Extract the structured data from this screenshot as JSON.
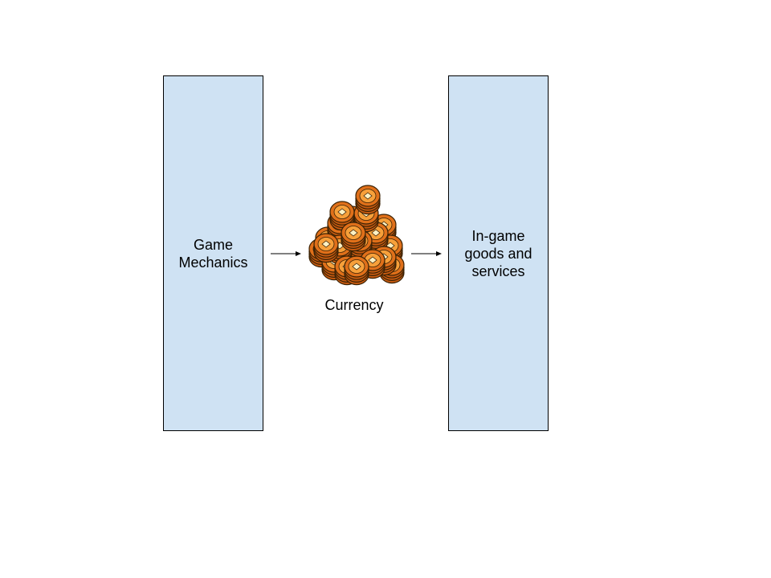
{
  "diagram": {
    "left_box": {
      "label": "Game\nMechanics"
    },
    "right_box": {
      "label": "In-game\ngoods and\nservices"
    },
    "center": {
      "label": "Currency",
      "icon": "coin-pile-icon"
    }
  },
  "colors": {
    "box_fill": "#cfe2f3",
    "box_stroke": "#000000",
    "coin_outer": "#e0701a",
    "coin_inner": "#f7a03a",
    "coin_outline": "#3b2205"
  }
}
